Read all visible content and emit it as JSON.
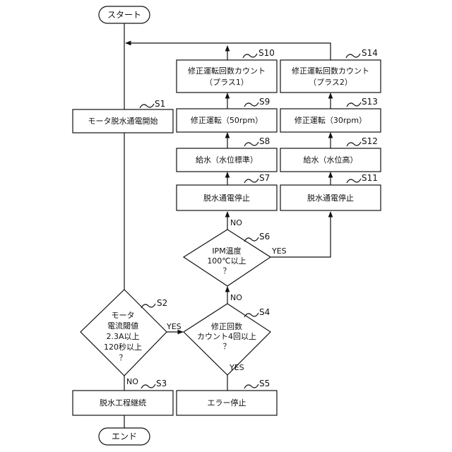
{
  "terminals": {
    "start": "スタート",
    "end": "エンド"
  },
  "steps": {
    "s1": {
      "label": "S1",
      "text": "モータ脱水通電開始"
    },
    "s2": {
      "label": "S2",
      "lines": [
        "モータ",
        "電流閾値",
        "2.3A以上",
        "120秒以上",
        "？"
      ]
    },
    "s3": {
      "label": "S3",
      "text": "脱水工程継続"
    },
    "s4": {
      "label": "S4",
      "lines": [
        "修正回数",
        "カウント4回以上",
        "？"
      ]
    },
    "s5": {
      "label": "S5",
      "text": "エラー停止"
    },
    "s6": {
      "label": "S6",
      "lines": [
        "IPM温度",
        "100℃以上",
        "？"
      ]
    },
    "s7": {
      "label": "S7",
      "text": "脱水通電停止"
    },
    "s8": {
      "label": "S8",
      "text": "給水（水位標準）"
    },
    "s9": {
      "label": "S9",
      "text": "修正運転（50rpm）"
    },
    "s10": {
      "label": "S10",
      "lines": [
        "修正運転回数カウント",
        "（プラス1）"
      ]
    },
    "s11": {
      "label": "S11",
      "text": "脱水通電停止"
    },
    "s12": {
      "label": "S12",
      "text": "給水（水位高）"
    },
    "s13": {
      "label": "S13",
      "text": "修正運転（30rpm）"
    },
    "s14": {
      "label": "S14",
      "lines": [
        "修正運転回数カウント",
        "（プラス2）"
      ]
    }
  },
  "branches": {
    "s2_yes": "YES",
    "s2_no": "NO",
    "s4_yes": "YES",
    "s4_no": "NO",
    "s6_yes": "YES",
    "s6_no": "NO"
  }
}
